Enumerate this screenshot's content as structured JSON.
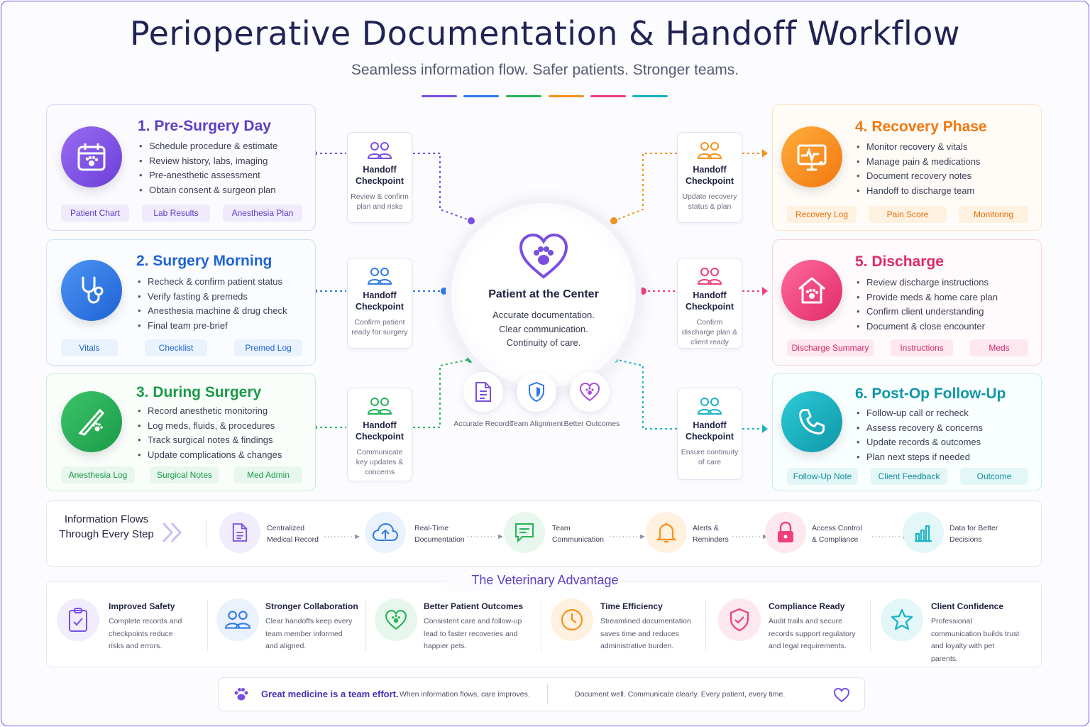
{
  "header": {
    "title": "Perioperative Documentation & Handoff Workflow",
    "subtitle": "Seamless information flow. Safer patients. Stronger teams."
  },
  "colors": {
    "purple": "#7a4fe0",
    "blue": "#2f7be6",
    "green": "#27b35a",
    "orange": "#f5921e",
    "pink": "#ee3f7f",
    "teal": "#1bb3c4"
  },
  "phases": [
    {
      "title": "1. Pre-Surgery Day",
      "icon": "calendar-paw-icon",
      "items": [
        "Schedule procedure & estimate",
        "Review history, labs, imaging",
        "Pre-anesthetic assessment",
        "Obtain consent & surgeon plan"
      ],
      "tags": [
        "Patient Chart",
        "Lab Results",
        "Anesthesia Plan"
      ]
    },
    {
      "title": "2. Surgery Morning",
      "icon": "stethoscope-icon",
      "items": [
        "Recheck & confirm patient status",
        "Verify fasting & premeds",
        "Anesthesia machine & drug check",
        "Final team pre-brief"
      ],
      "tags": [
        "Vitals",
        "Checklist",
        "Premed Log"
      ]
    },
    {
      "title": "3. During Surgery",
      "icon": "scalpel-paw-icon",
      "items": [
        "Record anesthetic monitoring",
        "Log meds, fluids, & procedures",
        "Track surgical notes & findings",
        "Update complications & changes"
      ],
      "tags": [
        "Anesthesia Log",
        "Surgical Notes",
        "Med Admin"
      ]
    },
    {
      "title": "4. Recovery Phase",
      "icon": "monitor-paw-icon",
      "items": [
        "Monitor recovery & vitals",
        "Manage pain & medications",
        "Document recovery notes",
        "Handoff to discharge team"
      ],
      "tags": [
        "Recovery Log",
        "Pain Score",
        "Monitoring"
      ]
    },
    {
      "title": "5. Discharge",
      "icon": "home-paw-icon",
      "items": [
        "Review discharge instructions",
        "Provide meds & home care plan",
        "Confirm client understanding",
        "Document & close encounter"
      ],
      "tags": [
        "Discharge Summary",
        "Instructions",
        "Meds"
      ]
    },
    {
      "title": "6. Post-Op Follow-Up",
      "icon": "phone-icon",
      "items": [
        "Follow-up call or recheck",
        "Assess recovery & concerns",
        "Update records & outcomes",
        "Plan next steps if needed"
      ],
      "tags": [
        "Follow-Up Note",
        "Client Feedback",
        "Outcome"
      ]
    }
  ],
  "checkpoints": [
    {
      "title": "Handoff Checkpoint",
      "desc": "Review & confirm plan and risks"
    },
    {
      "title": "Handoff Checkpoint",
      "desc": "Confirm patient ready for surgery"
    },
    {
      "title": "Handoff Checkpoint",
      "desc": "Communicate key updates & concerns"
    },
    {
      "title": "Handoff Checkpoint",
      "desc": "Update recovery status & plan"
    },
    {
      "title": "Handoff Checkpoint",
      "desc": "Confirm discharge plan & client ready"
    },
    {
      "title": "Handoff Checkpoint",
      "desc": "Ensure continuity of care"
    }
  ],
  "center": {
    "title": "Patient at the Center",
    "lines": [
      "Accurate documentation.",
      "Clear communication.",
      "Continuity of care."
    ],
    "pillars": [
      {
        "label": "Accurate Records",
        "icon": "document-icon"
      },
      {
        "label": "Team Alignment",
        "icon": "shield-icon"
      },
      {
        "label": "Better Outcomes",
        "icon": "heart-paw-icon"
      }
    ]
  },
  "flow": {
    "title": "Information Flows Through Every Step",
    "steps": [
      {
        "label": "Centralized Medical Record",
        "icon": "document-icon"
      },
      {
        "label": "Real-Time Documentation",
        "icon": "cloud-upload-icon"
      },
      {
        "label": "Team Communication",
        "icon": "chat-icon"
      },
      {
        "label": "Alerts & Reminders",
        "icon": "bell-icon"
      },
      {
        "label": "Access Control & Compliance",
        "icon": "lock-icon"
      },
      {
        "label": "Data for Better Decisions",
        "icon": "bar-chart-icon"
      }
    ]
  },
  "advantage": {
    "title": "The Veterinary Advantage",
    "items": [
      {
        "title": "Improved Safety",
        "desc": "Complete records and checkpoints reduce risks and errors.",
        "icon": "clipboard-check-icon"
      },
      {
        "title": "Stronger Collaboration",
        "desc": "Clear handoffs keep every team member informed and aligned.",
        "icon": "people-icon"
      },
      {
        "title": "Better Patient Outcomes",
        "desc": "Consistent care and follow-up lead to faster recoveries and happier pets.",
        "icon": "heart-paw-icon"
      },
      {
        "title": "Time Efficiency",
        "desc": "Streamlined documentation saves time and reduces administrative burden.",
        "icon": "clock-icon"
      },
      {
        "title": "Compliance Ready",
        "desc": "Audit trails and secure records support regulatory and legal requirements.",
        "icon": "shield-check-icon"
      },
      {
        "title": "Client Confidence",
        "desc": "Professional communication builds trust and loyalty with pet parents.",
        "icon": "star-icon"
      }
    ]
  },
  "footer": {
    "headline": "Great medicine is a team effort.",
    "text1": "When information flows, care improves.",
    "text2": "Document well. Communicate clearly. Every patient, every time."
  }
}
